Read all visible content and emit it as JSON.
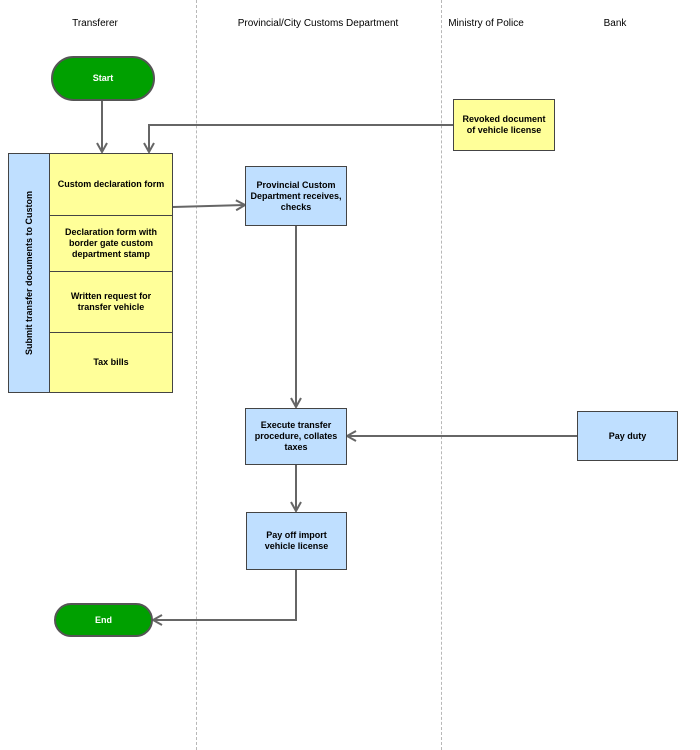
{
  "lanes": [
    {
      "title": "Transferer"
    },
    {
      "title": "Provincial/City Customs Department"
    },
    {
      "title": "Ministry of Police"
    },
    {
      "title": "Bank"
    }
  ],
  "nodes": {
    "start": "Start",
    "revoked_document": "Revoked document of vehicle license",
    "submit_group": "Submit transfer documents to Custom",
    "custom_declaration": "Custom declaration form",
    "declaration_stamp": "Declaration form with border gate custom department stamp",
    "written_request": "Written request for transfer vehicle",
    "tax_bills": "Tax bills",
    "provincial_receives": "Provincial Custom Department receives, checks",
    "execute_transfer": "Execute transfer procedure, collates taxes",
    "pay_duty": "Pay duty",
    "pay_off_license": "Pay off import vehicle license",
    "end": "End"
  },
  "colors": {
    "doc_fill": "#ffff99",
    "process_fill": "#bfdfff",
    "terminal_fill": "#00a000",
    "arrow": "#666666"
  }
}
